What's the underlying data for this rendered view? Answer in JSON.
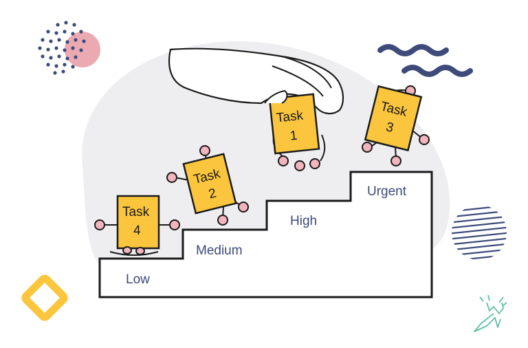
{
  "steps": {
    "low": "Low",
    "medium": "Medium",
    "high": "High",
    "urgent": "Urgent"
  },
  "tasks": [
    {
      "word": "Task",
      "number": "4"
    },
    {
      "word": "Task",
      "number": "2"
    },
    {
      "word": "Task",
      "number": "1"
    },
    {
      "word": "Task",
      "number": "3"
    }
  ],
  "colors": {
    "card": "#fbc63d",
    "limb": "#f2b4bd",
    "outline": "#1a1a1a",
    "label": "#3d4a7a",
    "blob": "#eeeef1",
    "navy": "#3d4a7a",
    "pink": "#eba9b2",
    "yellow": "#fbc63d",
    "teal": "#5fbfa5"
  },
  "icons": [
    "dot-cluster-icon",
    "pink-circle-icon",
    "wave-lines-icon",
    "striped-circle-icon",
    "diamond-icon",
    "deer-logo-icon",
    "hand-icon"
  ]
}
